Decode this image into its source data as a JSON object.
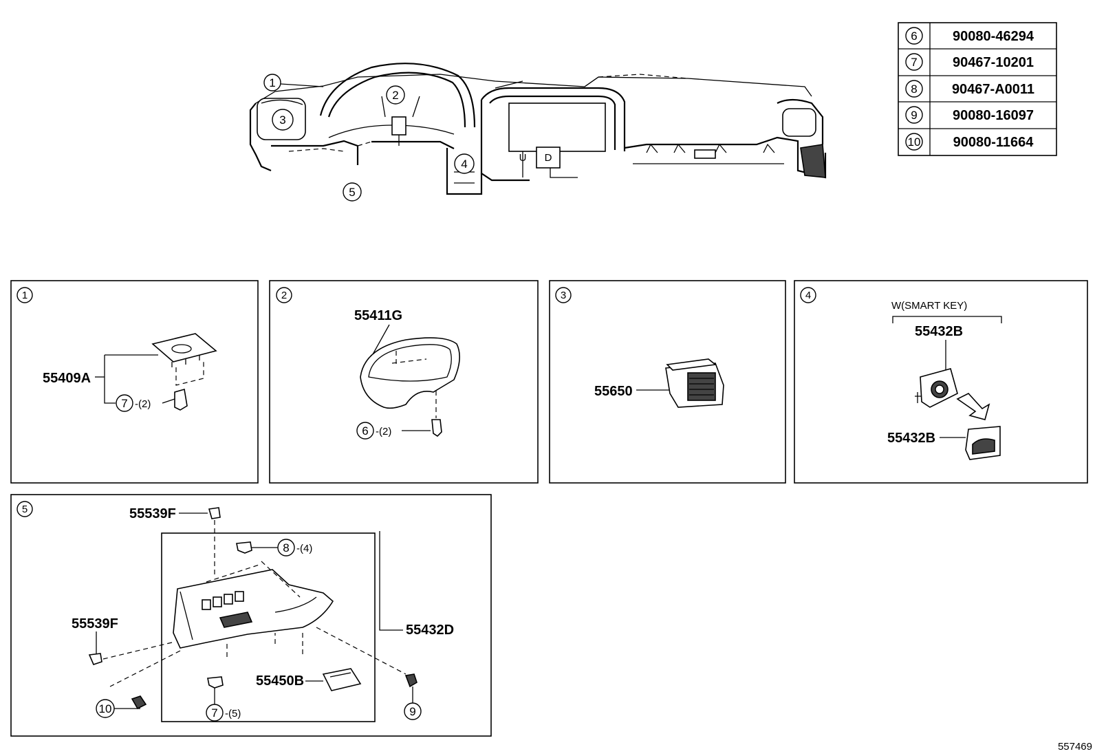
{
  "reference_table": [
    {
      "ref": "6",
      "part": "90080-46294"
    },
    {
      "ref": "7",
      "part": "90467-10201"
    },
    {
      "ref": "8",
      "part": "90467-A0011"
    },
    {
      "ref": "9",
      "part": "90080-16097"
    },
    {
      "ref": "10",
      "part": "90080-11664"
    }
  ],
  "overview_callouts": [
    "1",
    "2",
    "3",
    "4",
    "5"
  ],
  "panels": {
    "p1": {
      "index": "1",
      "part_main": "55409A",
      "fastener_ref": "7",
      "fastener_qty": "-(2)"
    },
    "p2": {
      "index": "2",
      "part_main": "55411G",
      "fastener_ref": "6",
      "fastener_qty": "-(2)"
    },
    "p3": {
      "index": "3",
      "part_main": "55650"
    },
    "p4": {
      "index": "4",
      "condition": "W(SMART KEY)",
      "part_a": "55432B",
      "part_b": "55432B"
    },
    "p5": {
      "index": "5",
      "clip_top": "55539F",
      "clip_left": "55539F",
      "panel": "55432D",
      "box": "55450B",
      "ref8": "8",
      "ref8_qty": "-(4)",
      "ref7": "7",
      "ref7_qty": "-(5)",
      "ref9": "9",
      "ref10": "10"
    }
  },
  "diagram_id": "557469"
}
